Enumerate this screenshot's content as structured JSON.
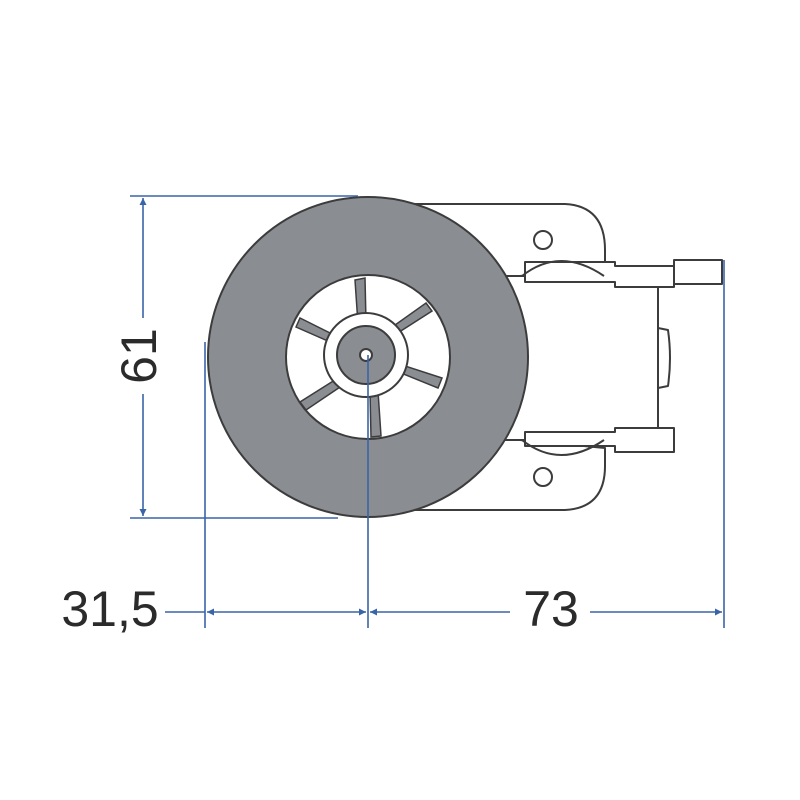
{
  "dimensions": {
    "height": "61",
    "offset": "31,5",
    "length": "73"
  },
  "colors": {
    "dimension_line": "#3a64a8",
    "outline": "#3c3c3c",
    "tire": "#8a8e93",
    "text": "#2b2b2b",
    "background": "#ffffff"
  }
}
